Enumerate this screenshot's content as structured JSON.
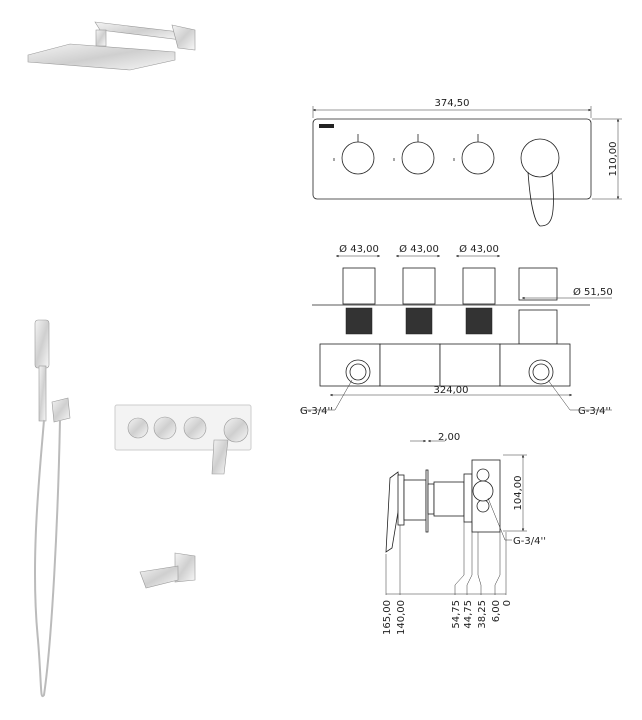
{
  "front_view": {
    "width": "374,50",
    "height": "110,00"
  },
  "top_view": {
    "knob_diameters": [
      "Ø 43,00",
      "Ø 43,00",
      "Ø 43,00"
    ],
    "lever_diameter": "Ø 51,50",
    "body_width": "324,00",
    "thread_left": "G-3/4''",
    "thread_right": "G-3/4''"
  },
  "side_view": {
    "plate_thickness": "2,00",
    "height": "104,00",
    "thread": "G-3/4''",
    "depths": [
      "165,00",
      "140,00",
      "54,75",
      "44,75",
      "38,25",
      "6,00",
      "0"
    ]
  }
}
